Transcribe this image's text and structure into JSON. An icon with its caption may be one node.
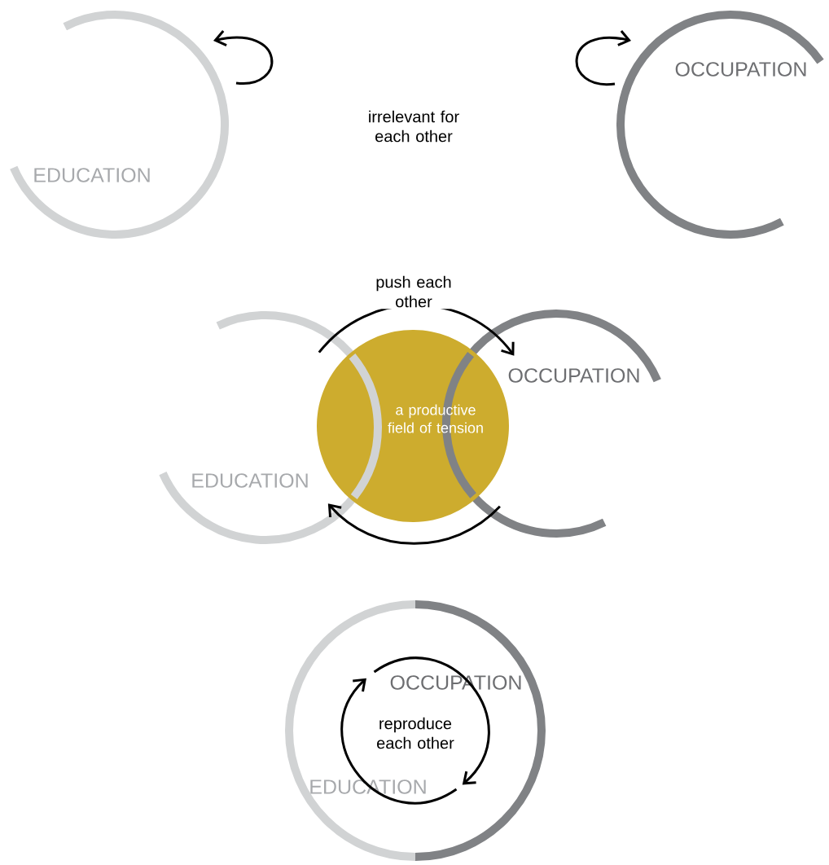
{
  "diagram": {
    "nodes": [
      {
        "text": [
          "EDUCATION"
        ]
      },
      {
        "text": [
          "OCCUPATION"
        ]
      },
      {
        "text": [
          "EDUCATION"
        ]
      },
      {
        "text": [
          "OCCUPATION"
        ]
      },
      {
        "text": [
          "a productive field of tension"
        ]
      },
      {
        "text": [
          "EDUCATION"
        ]
      },
      {
        "text": [
          "OCCUPATION"
        ]
      }
    ],
    "edges": [
      {
        "from": 0,
        "to": 0,
        "arrow": "to"
      },
      {
        "from": 1,
        "to": 1,
        "arrow": "to"
      },
      {
        "from": 2,
        "to": 3,
        "arrow": "to",
        "label": "push each other"
      },
      {
        "from": 3,
        "to": 2,
        "arrow": "to"
      },
      {
        "from": 5,
        "to": 6,
        "arrow": "to"
      },
      {
        "from": 6,
        "to": 5,
        "arrow": "to"
      }
    ],
    "labels": [
      "irrelevant for each other",
      "reproduce each other"
    ]
  }
}
